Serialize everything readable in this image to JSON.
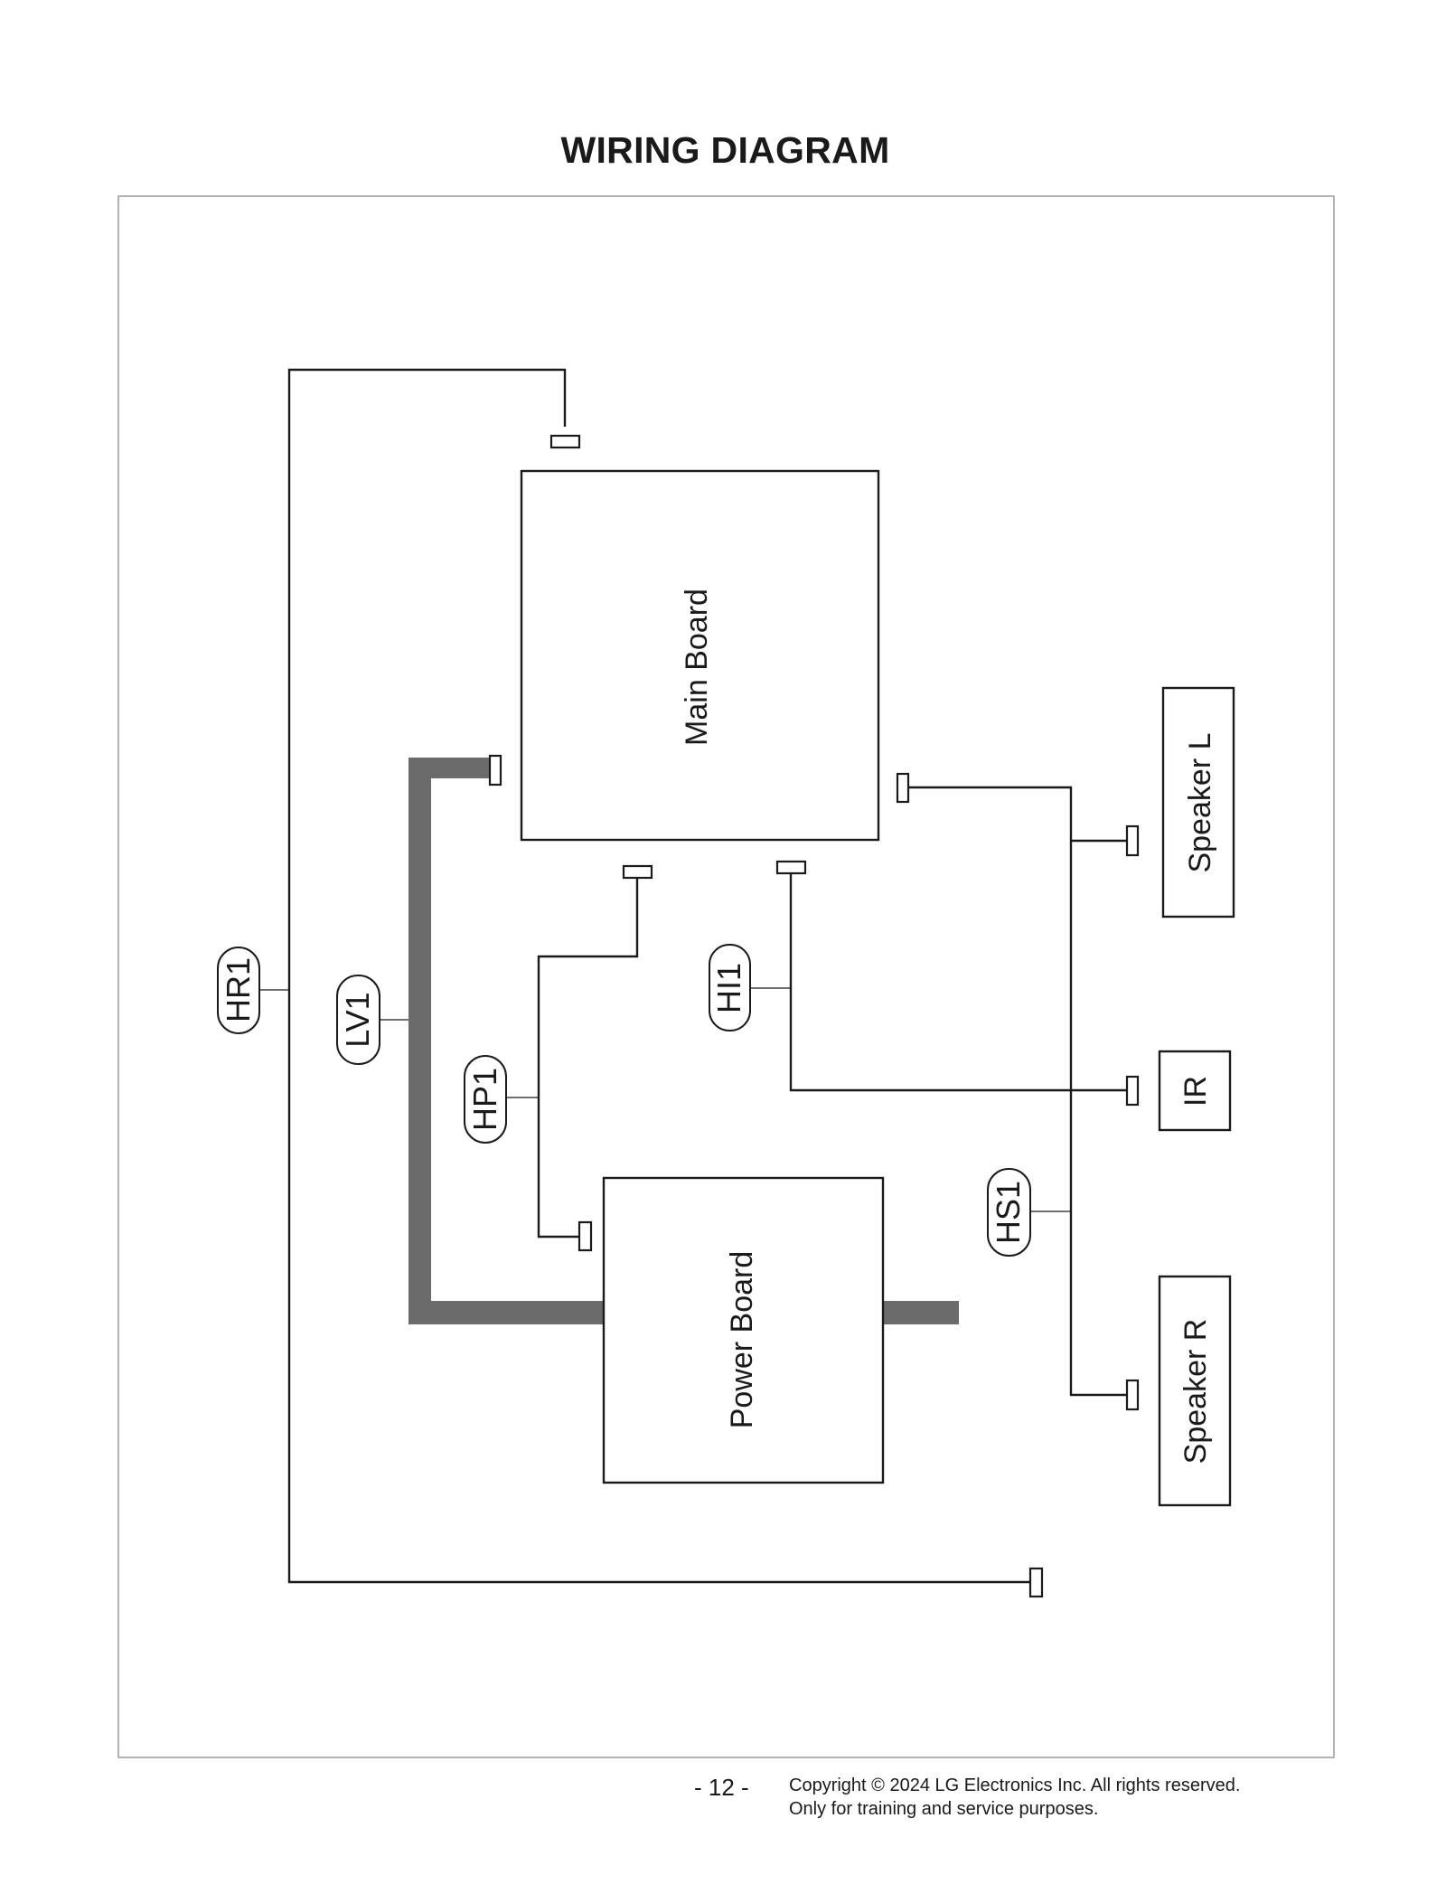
{
  "title": "WIRING DIAGRAM",
  "boards": {
    "main": "Main Board",
    "power": "Power Board"
  },
  "peripherals": {
    "speaker_left": "Speaker L",
    "speaker_right": "Speaker R",
    "ir": "IR"
  },
  "harnesses": {
    "hr1": "HR1",
    "lv1": "LV1",
    "hp1": "HP1",
    "hi1": "HI1",
    "hs1": "HS1"
  },
  "footer": {
    "page_number": "- 12 -",
    "copyright_line1": "Copyright © 2024 LG Electronics Inc. All rights reserved.",
    "copyright_line2": "Only for training and service purposes."
  }
}
